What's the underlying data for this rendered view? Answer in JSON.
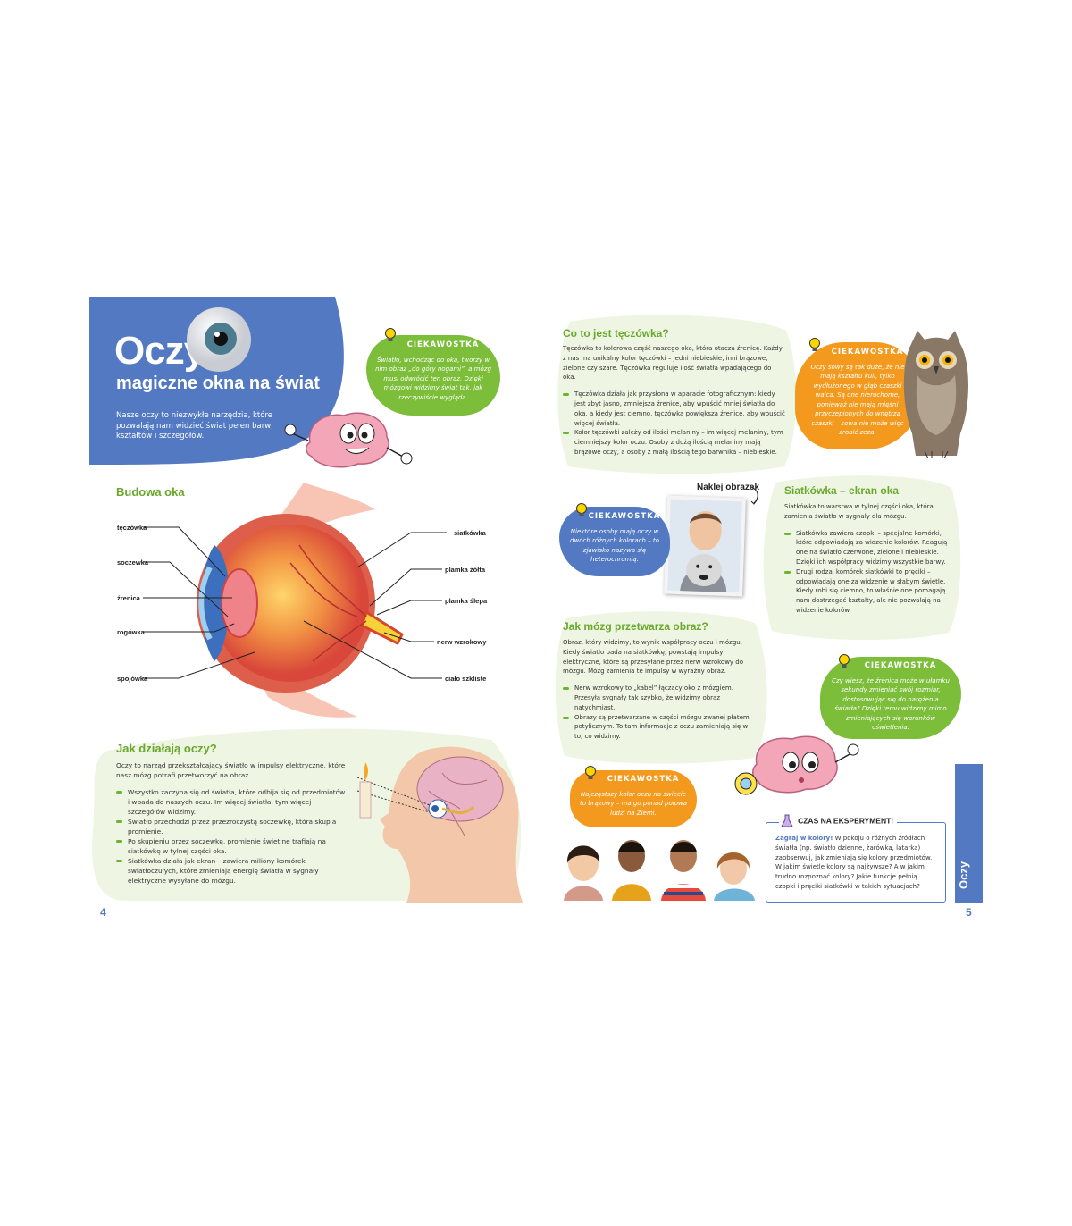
{
  "left": {
    "title": "Oczy",
    "subtitle": "magiczne okna na świat",
    "intro": "Nasze oczy to niezwykłe narzędzia, które pozwalają nam widzieć świat pełen barw, kształtów i szczegółów.",
    "fact1": {
      "tag": "CIEKAWOSTKA",
      "text": "Światło, wchodząc do oka, tworzy w nim obraz „do góry nogami”, a mózg musi odwrócić ten obraz. Dzięki mózgowi widzimy świat tak, jak rzeczywiście wygląda."
    },
    "eye_heading": "Budowa oka",
    "eye_labels": {
      "teczowka": "tęczówka",
      "soczewka": "soczewka",
      "zrenica": "źrenica",
      "rogowka": "rogówka",
      "spojowka": "spojówka",
      "siatkowka": "siatkówka",
      "plamka_zolta": "plamka żółta",
      "plamka_slepa": "plamka ślepa",
      "nerw": "nerw wzrokowy",
      "cialo": "ciało szkliste"
    },
    "how": {
      "heading": "Jak działają oczy?",
      "text": "Oczy to narząd przekształcający światło w impulsy elektryczne, które nasz mózg potrafi przetworzyć na obraz.",
      "bullets": [
        "Wszystko zaczyna się od światła, które odbija się od przedmiotów i wpada do naszych oczu. Im więcej światła, tym więcej szczegółów widzimy.",
        "Światło przechodzi przez przezroczystą soczewkę, która skupia promienie.",
        "Po skupieniu przez soczewkę, promienie świetlne trafiają na siatkówkę w tylnej części oka.",
        "Siatkówka działa jak ekran – zawiera miliony komórek światłoczułych, które zmieniają energię światła w sygnały elektryczne wysyłane do mózgu."
      ]
    },
    "page_number": "4"
  },
  "right": {
    "iris": {
      "heading": "Co to jest tęczówka?",
      "text": "Tęczówka to kolorowa część naszego oka, która otacza źrenicę. Każdy z nas ma unikalny kolor tęczówki – jedni niebieskie, inni brązowe, zielone czy szare. Tęczówka reguluje ilość światła wpadającego do oka.",
      "bullets": [
        "Tęczówka działa jak przysłona w aparacie fotograficznym: kiedy jest zbyt jasno, zmniejsza źrenice, aby wpuścić mniej światła do oka, a kiedy jest ciemno, tęczówka powiększa źrenice, aby wpuścić więcej światła.",
        "Kolor tęczówki zależy od ilości melaniny – im więcej melaniny, tym ciemniejszy kolor oczu. Osoby z dużą ilością melaniny mają brązowe oczy, a osoby z małą ilością tego barwnika – niebieskie."
      ]
    },
    "fact_owl": {
      "tag": "CIEKAWOSTKA",
      "text": "Oczy sowy są tak duże, że nie mają kształtu kuli, tylko wydłużonego w głąb czaszki walca. Są one nieruchome, ponieważ nie mają mięśni przyczepionych do wnętrza czaszki – sowa nie może więc zrobić zeza."
    },
    "sticker_label": "Naklej obrazek",
    "fact_hetero": {
      "tag": "CIEKAWOSTKA",
      "text": "Niektóre osoby mają oczy w dwóch różnych kolorach – to zjawisko nazywa się heterochromią."
    },
    "retina": {
      "heading": "Siatkówka – ekran oka",
      "text": "Siatkówka to warstwa w tylnej części oka, która zamienia światło w sygnały dla mózgu.",
      "bullets": [
        "Siatkówka zawiera czopki – specjalne komórki, które odpowiadają za widzenie kolorów. Reagują one na światło czerwone, zielone i niebieskie. Dzięki ich współpracy widzimy wszystkie barwy.",
        "Drugi rodzaj komórek siatkówki to pręciki – odpowiadają one za widzenie w słabym świetle. Kiedy robi się ciemno, to właśnie one pomagają nam dostrzegać kształty, ale nie pozwalają na widzenie kolorów."
      ]
    },
    "brain": {
      "heading": "Jak mózg przetwarza obraz?",
      "text": "Obraz, który widzimy, to wynik współpracy oczu i mózgu. Kiedy światło pada na siatkówkę, powstają impulsy elektryczne, które są przesyłane przez nerw wzrokowy do mózgu. Mózg zamienia te impulsy w wyraźny obraz.",
      "bullets": [
        "Nerw wzrokowy to „kabel” łączący oko z mózgiem. Przesyła sygnały tak szybko, że widzimy obraz natychmiast.",
        "Obrazy są przetwarzane w części mózgu zwanej płatem potylicznym. To tam informacje z oczu zamieniają się w to, co widzimy."
      ]
    },
    "fact_pupil": {
      "tag": "CIEKAWOSTKA",
      "text": "Czy wiesz, że źrenica może w ułamku sekundy zmieniać swój rozmiar, dostosowując się do natężenia światła? Dzięki temu widzimy mimo zmieniających się warunków oświetlenia."
    },
    "fact_brown": {
      "tag": "CIEKAWOSTKA",
      "text": "Najczęstszy kolor oczu na świecie to brązowy – ma go ponad połowa ludzi na Ziemi."
    },
    "experiment": {
      "heading": "CZAS NA EKSPERYMENT!",
      "lead": "Zagraj w kolory!",
      "text": " W pokoju o różnych źródłach światła (np. światło dzienne, żarówka, latarka) zaobserwuj, jak zmieniają się kolory przedmiotów. W jakim świetle kolory są najżywsze? A w jakim trudno rozpoznać kolory? Jakie funkcje pełnią czopki i pręciki siatkówki w takich sytuacjach?"
    },
    "side_tab": "Oczy",
    "page_number": "5"
  },
  "colors": {
    "blue": "#5279c1",
    "green": "#7cbd3a",
    "orange": "#f39a1e",
    "light_green": "#eef5e3"
  }
}
